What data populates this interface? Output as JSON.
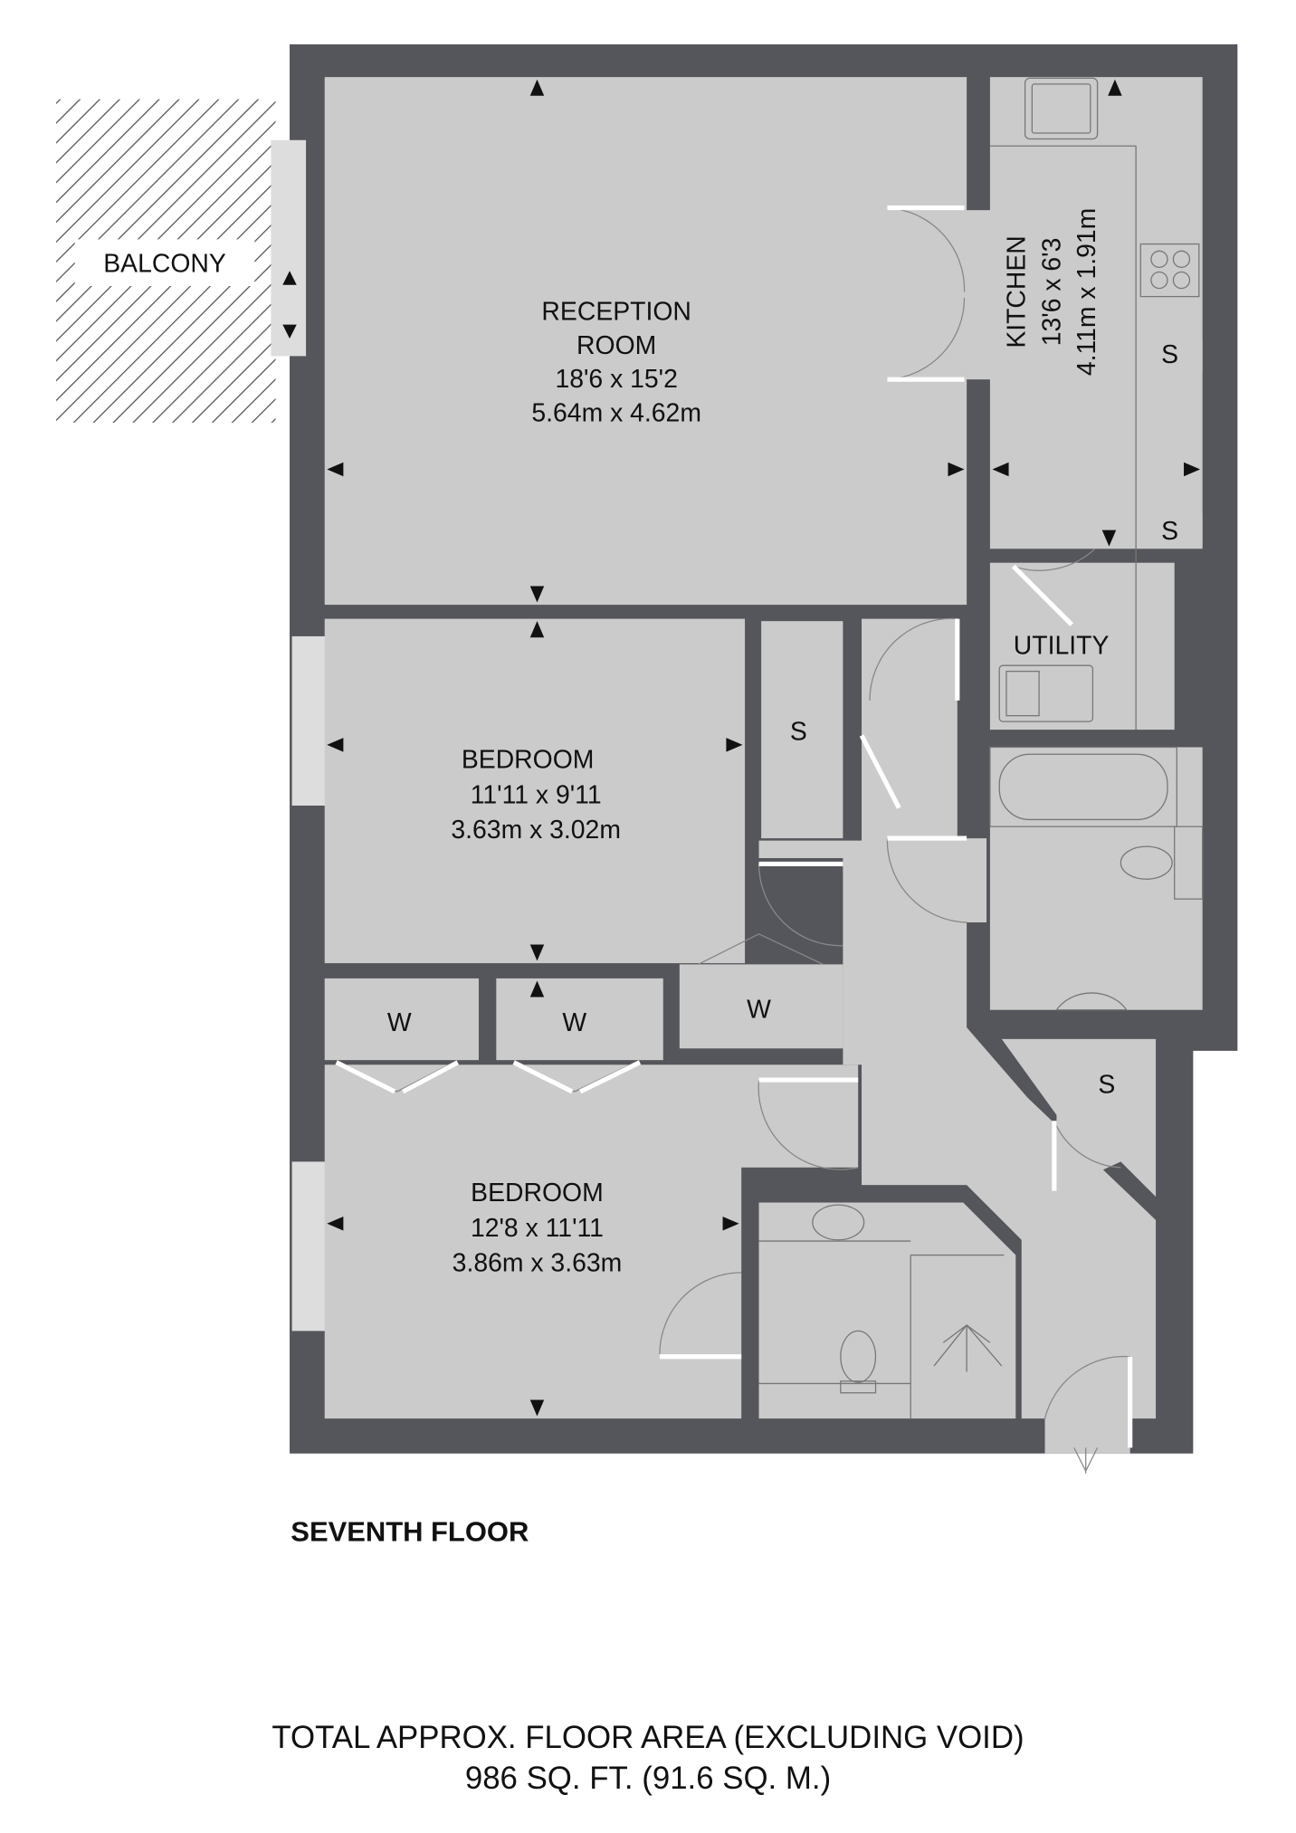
{
  "floor_name": "SEVENTH FLOOR",
  "total_area": {
    "line1": "TOTAL APPROX. FLOOR AREA (EXCLUDING VOID)",
    "line2": "986 SQ. FT. (91.6 SQ. M.)"
  },
  "colors": {
    "wall": "#55565b",
    "floor": "#cbcbcb",
    "text": "#111111"
  },
  "rooms": {
    "balcony": {
      "name": "BALCONY"
    },
    "reception": {
      "name1": "RECEPTION",
      "name2": "ROOM",
      "imperial": "18'6 x 15'2",
      "metric": "5.64m x 4.62m"
    },
    "kitchen": {
      "name": "KITCHEN",
      "imperial": "13'6 x 6'3",
      "metric": "4.11m x 1.91m"
    },
    "utility": {
      "name": "UTILITY"
    },
    "bedroom1": {
      "name": "BEDROOM",
      "imperial": "11'11 x 9'11",
      "metric": "3.63m x 3.02m"
    },
    "bedroom2": {
      "name": "BEDROOM",
      "imperial": "12'8 x 11'11",
      "metric": "3.86m x 3.63m"
    },
    "store_labels": [
      "S",
      "S",
      "S",
      "S"
    ],
    "wardrobe_labels": [
      "W",
      "W",
      "W"
    ]
  }
}
